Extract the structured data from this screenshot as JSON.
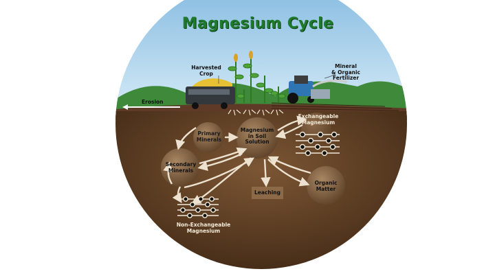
{
  "title": "Magnesium Cycle",
  "labels": {
    "harvested_crop": "Harvested\nCrop",
    "mineral_fertilizer": "Mineral\n& Organic\nFertilizer",
    "erosion": "Erosion",
    "exchangeable": "Exchangeable\nMagnesium",
    "primary_minerals": "Primary\nMinerals",
    "soil_solution": "Magnesium\nin Soil\nSolution",
    "secondary_minerals": "Secondary\nMinerals",
    "organic_matter": "Organic\nMatter",
    "leaching": "Leaching",
    "non_exchangeable": "Non-Exchangeable\nMagnesium"
  },
  "colors": {
    "title": "#1f7a2e",
    "sky": "#a9cfe8",
    "hills": "#3e8a3a",
    "soil": "#6b4a2c",
    "soil_dark": "#4a301a",
    "arrow": "#ece2cf",
    "node": "#8a6848"
  }
}
